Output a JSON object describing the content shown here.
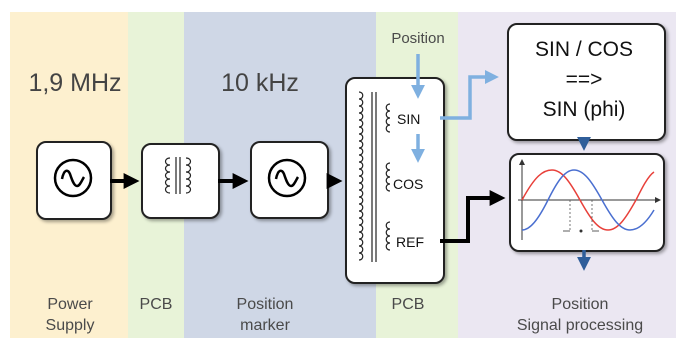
{
  "colors": {
    "power_supply_band": "#fdf0cf",
    "pcb_band": "#e8f3d8",
    "position_marker_band": "#cfd7e6",
    "processing_band": "#ebe7f2",
    "signal_arrow": "#7fb0e0",
    "output_arrow": "#2f5e9a",
    "flow_arrow": "#000000",
    "wave_red": "#e8403a",
    "wave_blue": "#4a6fd0"
  },
  "sections": {
    "power_supply": "Power\nSupply",
    "pcb_left": "PCB",
    "position_marker": "Position\nmarker",
    "pcb_right": "PCB",
    "signal_processing": "Position\nSignal processing"
  },
  "frequencies": {
    "power": "1,9 MHz",
    "marker": "10 kHz"
  },
  "position_input": "Position",
  "sensor": {
    "sin": "SIN",
    "cos": "COS",
    "ref": "REF"
  },
  "processor": {
    "line1": "SIN / COS",
    "line2": "==>",
    "line3": "SIN (phi)"
  },
  "icons": {
    "oscillator": "ac-source-icon",
    "transformer": "transformer-coil-icon",
    "waveform": "sine-cosine-waveform-icon"
  }
}
